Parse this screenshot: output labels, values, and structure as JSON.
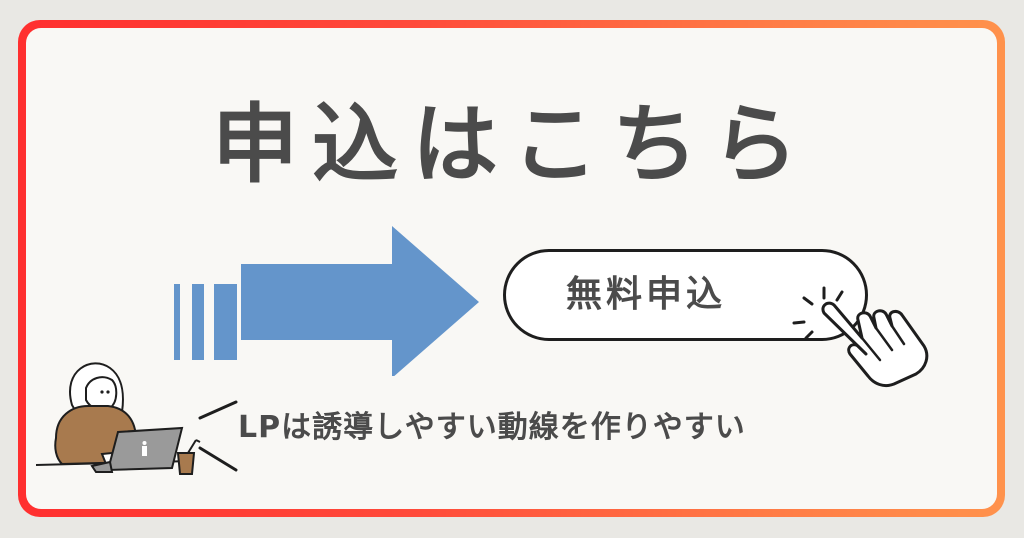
{
  "banner": {
    "title": "申込はこちら",
    "cta_button": {
      "label": "無料申込"
    },
    "caption": "LPは誘導しやすい動線を作りやすい",
    "icons": {
      "arrow": "right-arrow-icon",
      "hand": "pointing-hand-click-icon",
      "illustration": "person-with-laptop-icon",
      "speech_lines": "speech-lines-icon"
    },
    "colors": {
      "background": "#e9e8e4",
      "panel": "#f9f8f5",
      "border_start": "#ff2f2f",
      "border_end": "#ff924c",
      "text": "#4b4b4b",
      "arrow": "#6495cb",
      "sweater": "#a87a4e",
      "laptop": "#9a9a9a"
    }
  }
}
